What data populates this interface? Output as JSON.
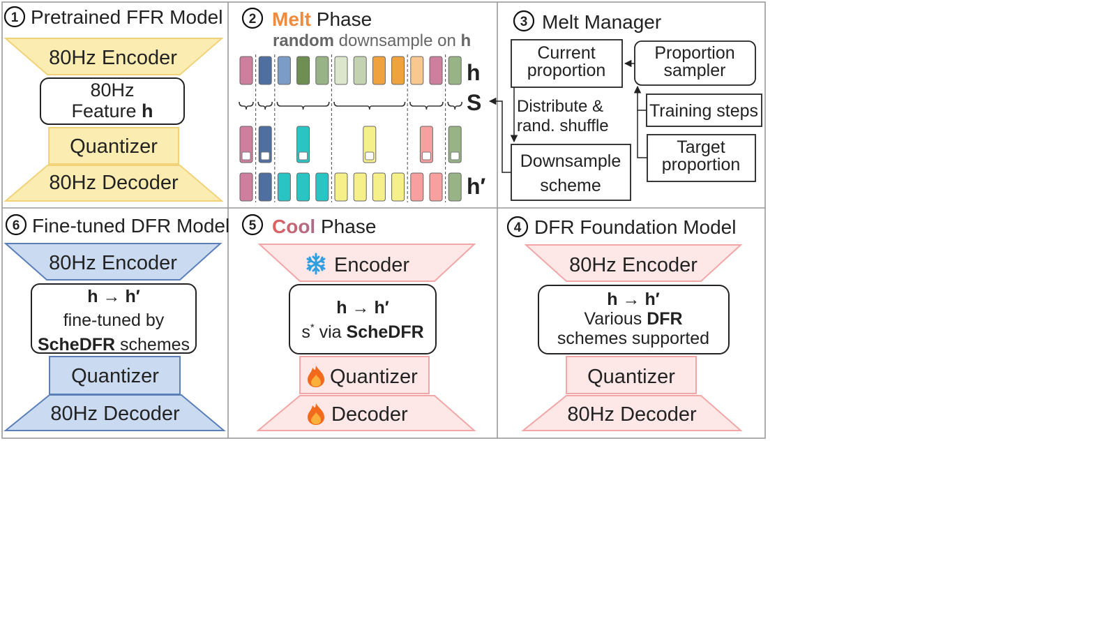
{
  "panels": {
    "p1": {
      "num": "1",
      "title": "Pretrained FFR Model",
      "encoder": "80Hz Encoder",
      "feature_line1": "80Hz",
      "feature_line2_pre": "Feature ",
      "feature_line2_bold": "h",
      "quantizer": "Quantizer",
      "decoder": "80Hz Decoder"
    },
    "p2": {
      "num": "2",
      "title_colored": "Melt",
      "title_rest": " Phase",
      "subtitle_bold": "random",
      "subtitle_mid": " downsample on ",
      "subtitle_end": "h",
      "row_h_label": "h",
      "row_s_label": "S",
      "row_hp_label": "h′"
    },
    "p3": {
      "num": "3",
      "title": "Melt Manager",
      "current_1": "Current",
      "current_2": "proportion",
      "sampler_1": "Proportion",
      "sampler_2": "sampler",
      "distribute_1": "Distribute &",
      "distribute_2": "rand. shuffle",
      "training_steps": "Training steps",
      "target_1": "Target",
      "target_2": "proportion",
      "scheme_1": "Downsample",
      "scheme_2": "scheme"
    },
    "p4": {
      "num": "4",
      "title": "DFR Foundation Model",
      "encoder": "80Hz Encoder",
      "line1": "h → h′",
      "line2_pre": "Various ",
      "line2_bold": "DFR",
      "line3": "schemes supported",
      "quantizer": "Quantizer",
      "decoder": "80Hz Decoder"
    },
    "p5": {
      "num": "5",
      "title_colored": "Cool",
      "title_rest": " Phase",
      "encoder": "Encoder",
      "line1": "h → h′",
      "line2_pre": "s",
      "line2_sup": "*",
      "line2_mid": " via ",
      "line2_bold": "ScheDFR",
      "quantizer": "Quantizer",
      "decoder": "Decoder"
    },
    "p6": {
      "num": "6",
      "title": "Fine-tuned DFR Model",
      "encoder": "80Hz Encoder",
      "line1": "h → h′",
      "line2": "fine-tuned by",
      "line3_bold": "ScheDFR",
      "line3_rest": " schemes",
      "quantizer": "Quantizer",
      "decoder": "80Hz Decoder"
    }
  },
  "colors": {
    "yellow_fill": "#fbecb2",
    "yellow_stroke": "#f1d27a",
    "blue_fill": "#c9daf1",
    "blue_stroke": "#5b7fb8",
    "pink_fill": "#fde7e7",
    "pink_stroke": "#f2a6a6",
    "melt_orange": "#f08a3c",
    "cool_gradient_start": "#e06060",
    "cool_gradient_end": "#5b7fc8",
    "snow_blue": "#2f9fe0",
    "flame_orange": "#f26b1d",
    "grid_line": "#999999"
  },
  "icons": {
    "snowflake": "snowflake-icon",
    "flame": "flame-icon"
  },
  "tokens": {
    "h_colors": [
      "#cf7f9e",
      "#4f6fa0",
      "#7c9cc8",
      "#6e8e52",
      "#98b487",
      "#dbe6cc",
      "#c3d3b2",
      "#f0a23e",
      "#f0a23e",
      "#f8c890",
      "#cf7f9e",
      "#98b487"
    ],
    "group_spans": [
      [
        0,
        0
      ],
      [
        1,
        1
      ],
      [
        2,
        4
      ],
      [
        5,
        8
      ],
      [
        9,
        10
      ],
      [
        11,
        11
      ]
    ],
    "sampled": [
      {
        "pos": 0,
        "color": "#cf7f9e"
      },
      {
        "pos": 1,
        "color": "#4f6fa0"
      },
      {
        "pos": 3,
        "color": "#2bc4c4"
      },
      {
        "pos": 6.5,
        "color": "#f6f08a"
      },
      {
        "pos": 9.5,
        "color": "#f8a0a0"
      },
      {
        "pos": 11,
        "color": "#98b487"
      }
    ],
    "hp_colors": [
      "#cf7f9e",
      "#4f6fa0",
      "#2bc4c4",
      "#2bc4c4",
      "#2bc4c4",
      "#f6f08a",
      "#f6f08a",
      "#f6f08a",
      "#f6f08a",
      "#f8a0a0",
      "#f8a0a0",
      "#98b487"
    ]
  }
}
